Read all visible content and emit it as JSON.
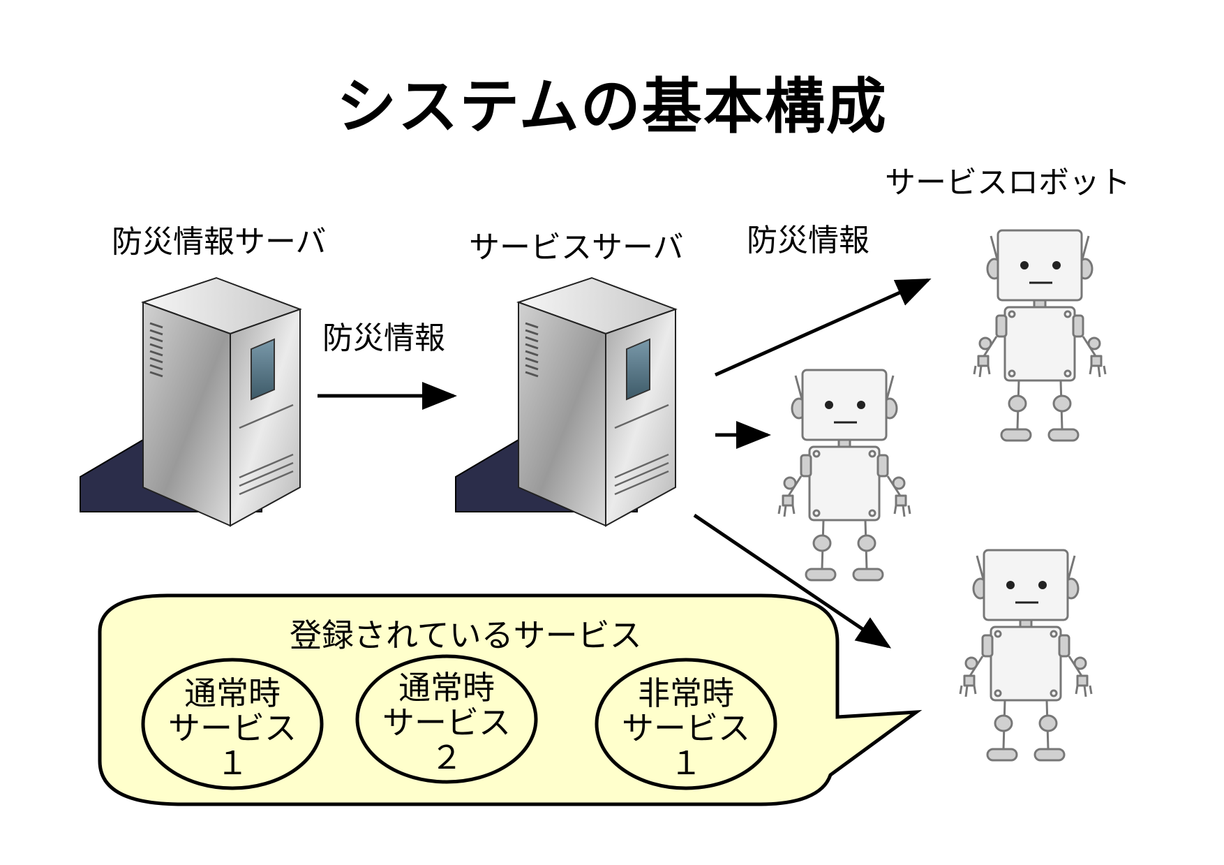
{
  "title": "システムの基本構成",
  "labels": {
    "disaster_server": "防災情報サーバ",
    "service_server": "サービスサーバ",
    "service_robot": "サービスロボット",
    "disaster_info_1": "防災情報",
    "disaster_info_2": "防災情報"
  },
  "callout": {
    "heading": "登録されているサービス",
    "services": [
      {
        "line1": "通常時",
        "line2": "サービス",
        "line3": "１"
      },
      {
        "line1": "通常時",
        "line2": "サービス",
        "line3": "２"
      },
      {
        "line1": "非常時",
        "line2": "サービス",
        "line3": "１"
      }
    ]
  },
  "icons": [
    "server-icon",
    "robot-icon",
    "arrow"
  ],
  "colors": {
    "callout_fill": "#ffffcc",
    "server_base": "#2b2d4a",
    "server_window": "#4f6f80",
    "robot_fill": "#f4f4f4",
    "robot_stroke": "#777777"
  }
}
